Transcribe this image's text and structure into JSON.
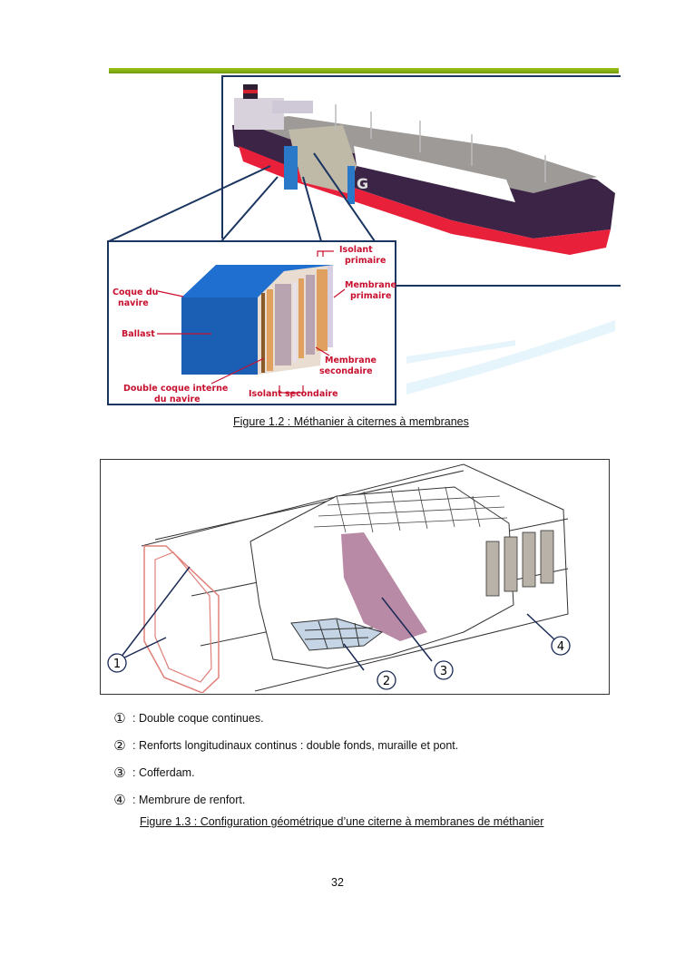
{
  "figure_1_2": {
    "caption": "Figure 1.2 : Méthanier à citernes à membranes",
    "ship_hull_letter": "G",
    "labels": {
      "isolant_primaire_1": "Isolant",
      "isolant_primaire_2": "primaire",
      "membrane_primaire_1": "Membrane",
      "membrane_primaire_2": "primaire",
      "coque_1": "Coque du",
      "coque_2": "navire",
      "ballast": "Ballast",
      "membrane_secondaire_1": "Membrane",
      "membrane_secondaire_2": "secondaire",
      "double_coque_1": "Double coque interne",
      "double_coque_2": "du navire",
      "isolant_secondaire": "Isolant secondaire"
    },
    "colors": {
      "accent_bar": "#7fa812",
      "frame": "#1a3560",
      "label": "#c8102e",
      "hull_dark": "#3b2446",
      "hull_red": "#e8203a",
      "ballast_blue": "#1a5fb4"
    }
  },
  "figure_1_3": {
    "callouts": [
      "1",
      "2",
      "3",
      "4"
    ],
    "legend": [
      {
        "symbol": "①",
        "text": ": Double coque continues."
      },
      {
        "symbol": "②",
        "text": ": Renforts longitudinaux continus : double fonds, muraille et pont."
      },
      {
        "symbol": "③",
        "text": ": Cofferdam."
      },
      {
        "symbol": "④",
        "text": ": Membrure de renfort."
      }
    ],
    "caption": "Figure 1.3 : Configuration géométrique d’une citerne à membranes de méthanier",
    "colors": {
      "cofferdam": "#b98aa6",
      "bottom_grid": "#c5d5e6",
      "frame_webs": "#b8b2a8",
      "hull_outline": "#e0807a"
    }
  },
  "page_number": "32"
}
